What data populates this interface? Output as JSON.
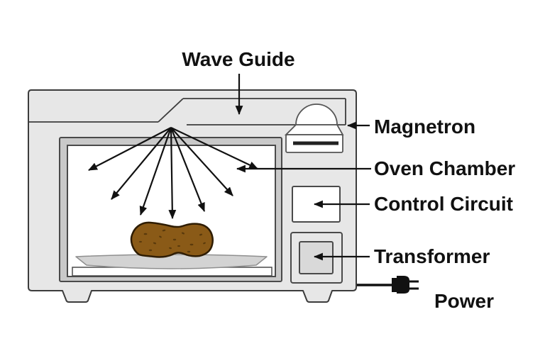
{
  "diagram": {
    "type": "microwave-oven-schematic",
    "labels": {
      "wave_guide": "Wave Guide",
      "magnetron": "Magnetron",
      "oven_chamber": "Oven Chamber",
      "control_circuit": "Control Circuit",
      "transformer": "Transformer",
      "power": "Power"
    },
    "colors": {
      "background": "#ffffff",
      "body_fill": "#e7e7e7",
      "chamber_frame_fill": "#c9c9c9",
      "chamber_fill": "#ffffff",
      "shelf_fill": "#ffffff",
      "plate_fill": "#d3d3d3",
      "food_fill": "#8a5a17",
      "food_speckle": "#5a3a0c",
      "magnetron_fill": "#ffffff",
      "control_circuit_fill": "#ffffff",
      "transformer_fill": "#e7e7e7",
      "transformer_core_fill": "#d9d9d9",
      "line_color": "#111111"
    }
  }
}
